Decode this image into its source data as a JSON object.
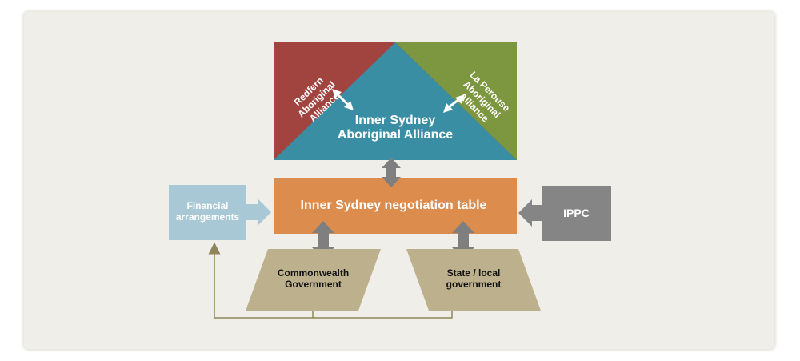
{
  "nodes": {
    "redfern": "Redfern\nAboriginal\nAlliance",
    "laperouse": "La Perouse\nAboriginal\nAlliance",
    "inner_sydney": "Inner Sydney\nAboriginal Alliance",
    "negotiation_table": "Inner Sydney negotiation table",
    "financial": "Financial\narrangements",
    "ippc": "IPPC",
    "commonwealth": "Commonwealth\nGovernment",
    "state_local": "State / local\ngovernment"
  },
  "colors": {
    "paper": "#efeee9",
    "redfern": "#a14440",
    "laperouse": "#7d9640",
    "inner_sydney": "#3a8ea4",
    "negotiation": "#dc8c4c",
    "financial": "#a7c8d4",
    "ippc": "#858585",
    "government": "#bdb08c",
    "arrow": "#7f7f7f",
    "line": "#8f8558"
  }
}
